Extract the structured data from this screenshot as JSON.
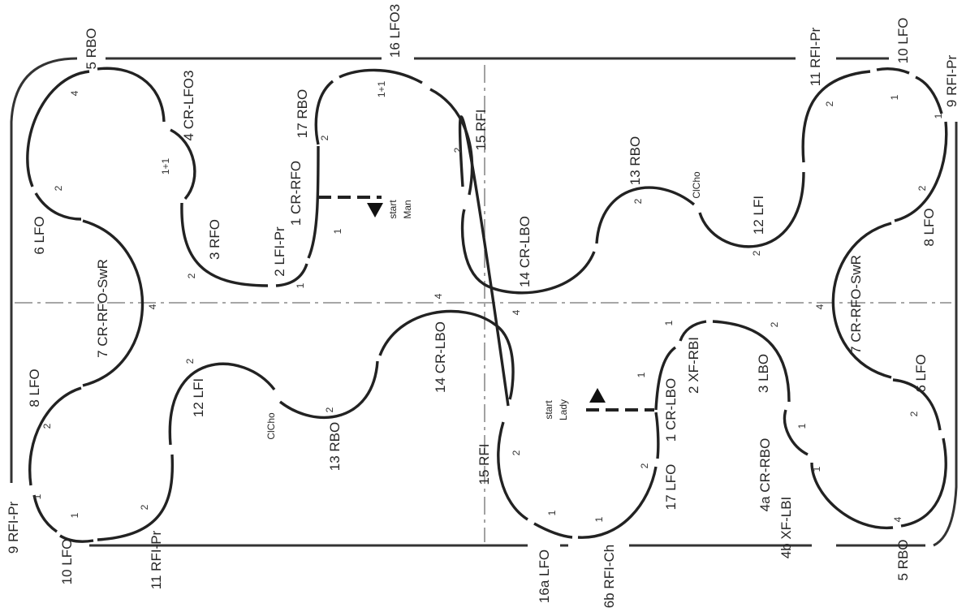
{
  "labels": {
    "man_1": "1 CR-RFO",
    "man_2": "2 LFI-Pr",
    "man_3": "3 RFO",
    "man_4": "4 CR-LFO3",
    "man_5": "5 RBO",
    "man_6": "6 LFO",
    "man_7": "7 CR-RFO-SwR",
    "man_8": "8 LFO",
    "man_9": "9 RFI-Pr",
    "man_10": "10 LFO",
    "man_11": "11 RFI-Pr",
    "man_12": "12 LFI",
    "man_clcho": "ClCho",
    "man_13": "13 RBO",
    "man_14": "14 CR-LBO",
    "man_15": "15 RFI",
    "man_16": "16 LFO3",
    "man_17": "17 RBO",
    "man_start": "start",
    "man_who": "Man",
    "lady_1": "1 CR-LBO",
    "lady_2": "2 XF-RBI",
    "lady_3": "3 LBO",
    "lady_4a": "4a CR-RBO",
    "lady_4b": "4b XF-LBI",
    "lady_5": "5 RBO",
    "lady_6": "6 LFO",
    "lady_7": "7 CR-RFO-SwR",
    "lady_8": "8 LFO",
    "lady_9": "9 RFI-Pr",
    "lady_10": "10 LFO",
    "lady_11": "11 RFI-Pr",
    "lady_12": "12 LFI",
    "lady_clcho": "ClCho",
    "lady_13": "13 RBO",
    "lady_14": "14 CR-LBO",
    "lady_15": "15 RFI",
    "lady_16a": "16a LFO",
    "lady_6b": "6b RFI-Ch",
    "lady_17": "17 LFO",
    "lady_start": "start",
    "lady_who": "Lady"
  },
  "beats": {
    "one": "1",
    "two": "2",
    "four": "4",
    "one_plus_one": "1+1"
  }
}
